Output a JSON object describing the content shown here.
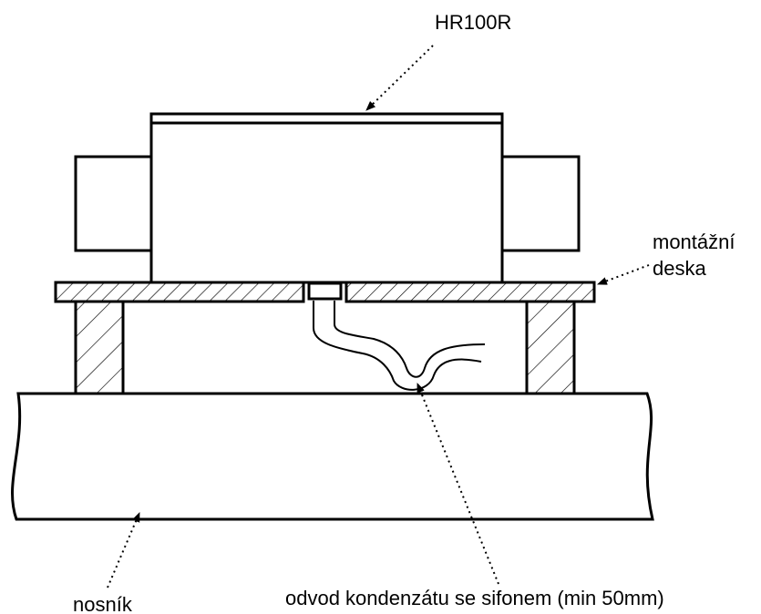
{
  "labels": {
    "unit": "HR100R",
    "plate_line1": "montážní",
    "plate_line2": "deska",
    "beam": "nosník",
    "drain": "odvod kondenzátu se sifonem (min 50mm)"
  },
  "colors": {
    "stroke": "#000000",
    "background": "#ffffff"
  }
}
